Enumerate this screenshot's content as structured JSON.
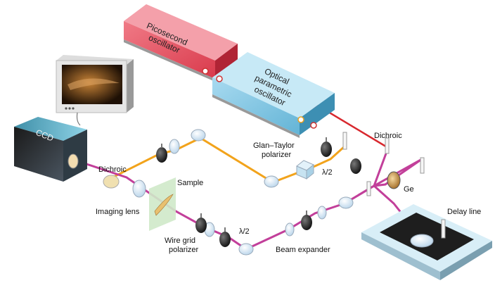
{
  "colors": {
    "red_beam": "#d8282e",
    "orange_beam": "#f2a31b",
    "magenta_beam": "#c23f9a",
    "laser_box": "#e8515f",
    "opo_box": "#7fc4e0",
    "ccd_box": "#2a2a2a",
    "screen": "#5a3415"
  },
  "boxes": {
    "picosecond": {
      "line1": "Picosecond",
      "line2": "oscillator"
    },
    "opo": {
      "line1": "Optical",
      "line2": "parametric",
      "line3": "oscillator"
    },
    "ccd": "CCD"
  },
  "labels": {
    "dichroic_left": "Dichroic",
    "dichroic_right": "Dichroic",
    "sample": "Sample",
    "imaging_lens": "Imaging lens",
    "wire_grid_1": "Wire grid",
    "wire_grid_2": "polarizer",
    "half_wave_left": "λ/2",
    "half_wave_right": "λ/2",
    "beam_expander": "Beam expander",
    "glan_taylor_1": "Glan–Taylor",
    "glan_taylor_2": "polarizer",
    "ge": "Ge",
    "delay_line": "Delay line"
  }
}
